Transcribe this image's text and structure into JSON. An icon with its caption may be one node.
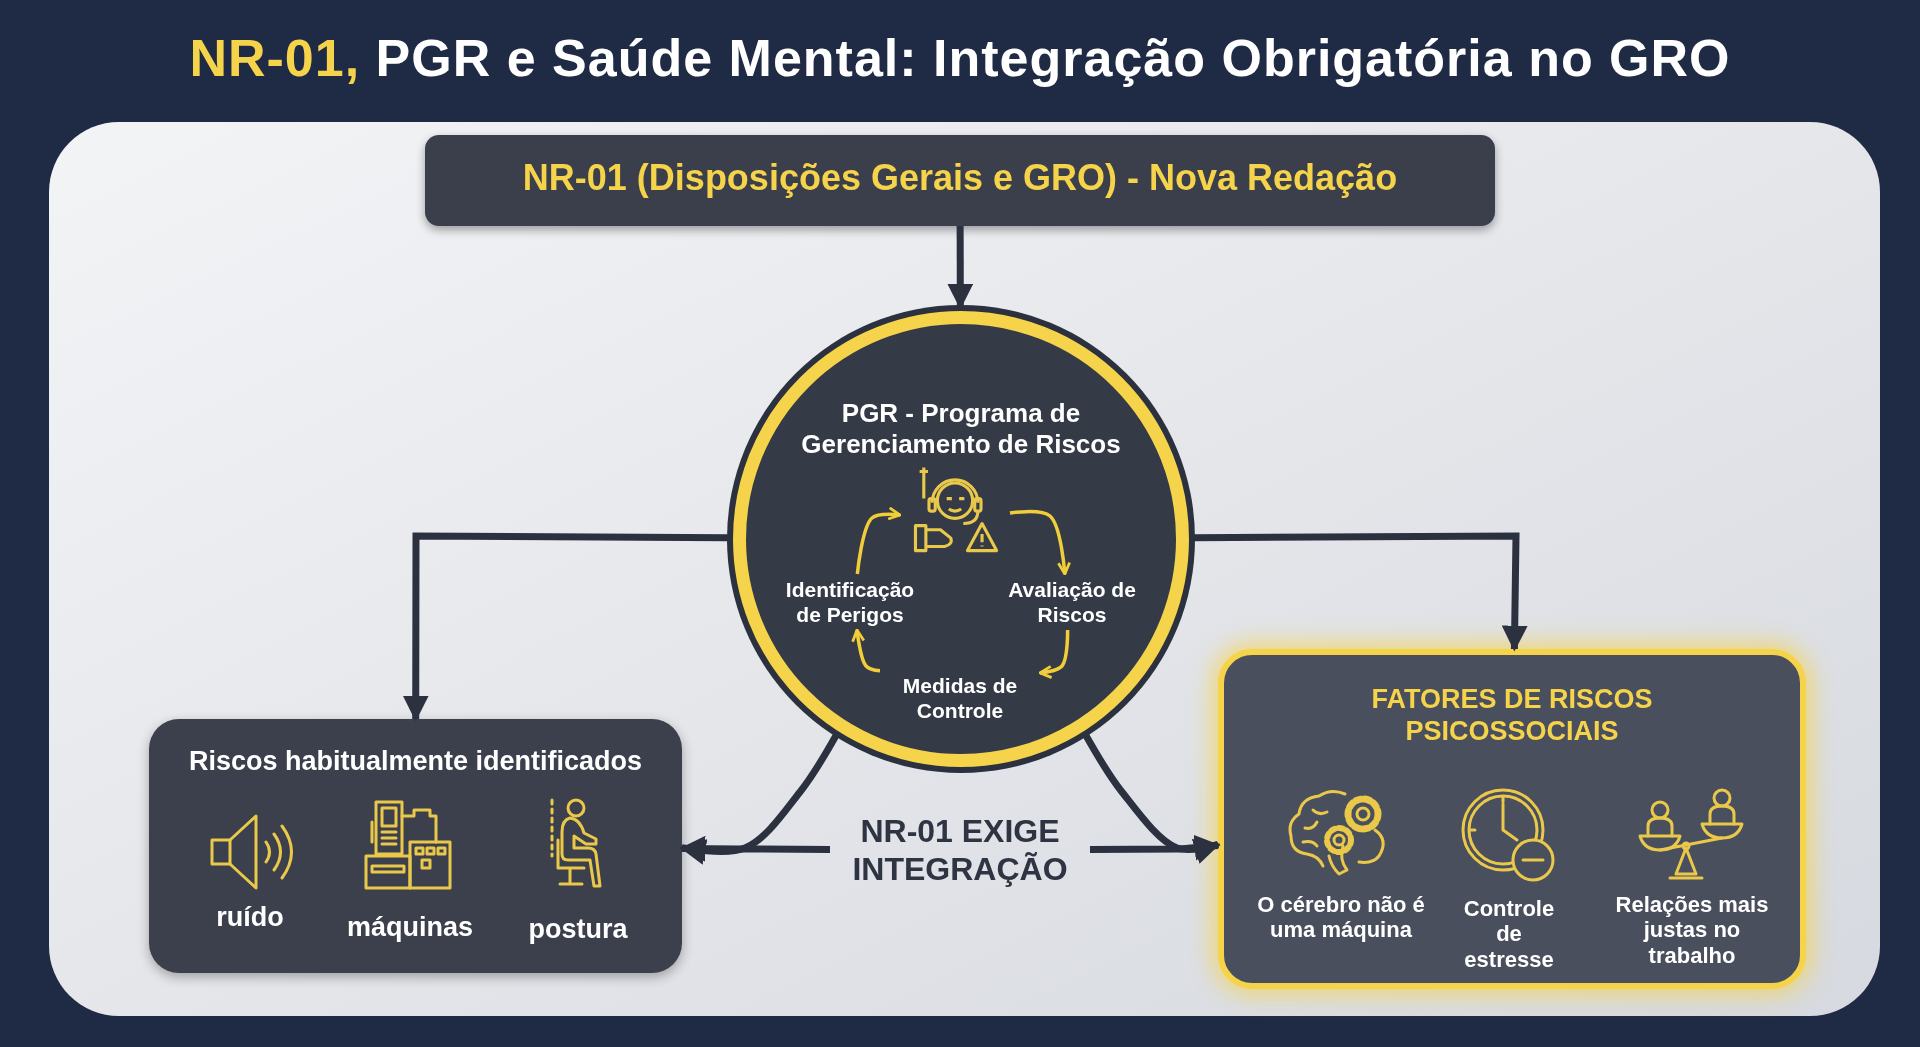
{
  "diagram": {
    "title": "**NR-01,** PGR e Saúde Mental: Integração Obrigatória no GRO",
    "nodes": [
      {
        "text": [
          "NR-01 (Disposições Gerais e GRO) - Nova Redação"
        ]
      },
      {
        "text": [
          "PGR - Programa de Gerenciamento de Riscos"
        ]
      },
      {
        "text": [],
        "shape": "picture",
        "in": 1
      },
      {
        "text": [
          "Identificação de Perigos"
        ],
        "in": 1
      },
      {
        "text": [
          "Avaliação de Riscos"
        ],
        "in": 1
      },
      {
        "text": [
          "Medidas de Controle"
        ],
        "in": 1
      },
      {
        "text": [
          "Riscos habitualmente identificados"
        ]
      },
      {
        "text": [
          "NR-01 EXIGE INTEGRAÇÃO"
        ]
      },
      {
        "text": [
          "FATORES DE RISCOS PSICOSSOCIAIS"
        ]
      }
    ],
    "edges": [
      {
        "from": 0,
        "to": 1,
        "arrow": "to"
      },
      {
        "from": 1,
        "to": 6,
        "arrow": "to"
      },
      {
        "from": 1,
        "to": 8,
        "arrow": "to"
      },
      {
        "from": 1,
        "to": 6,
        "arrow": "to"
      },
      {
        "from": 1,
        "to": 8,
        "arrow": "to"
      },
      {
        "from": 7,
        "to": 6,
        "arrow": "to"
      },
      {
        "from": 7,
        "to": 8,
        "arrow": "to"
      },
      {
        "from": 3,
        "to": 2,
        "arrow": "to",
        "color": "#f2cd3a"
      },
      {
        "from": 2,
        "to": 4,
        "arrow": "to",
        "color": "#f2cd3a"
      },
      {
        "from": 4,
        "to": 5,
        "arrow": "to",
        "color": "#f2cd3a"
      },
      {
        "from": 5,
        "to": 3,
        "arrow": "to",
        "color": "#f2cd3a"
      }
    ],
    "labels": [
      "ruído",
      "máquinas",
      "postura",
      "O cérebro não é uma máquina",
      "Controle de estresse",
      "Relações mais justas no trabalho"
    ]
  }
}
